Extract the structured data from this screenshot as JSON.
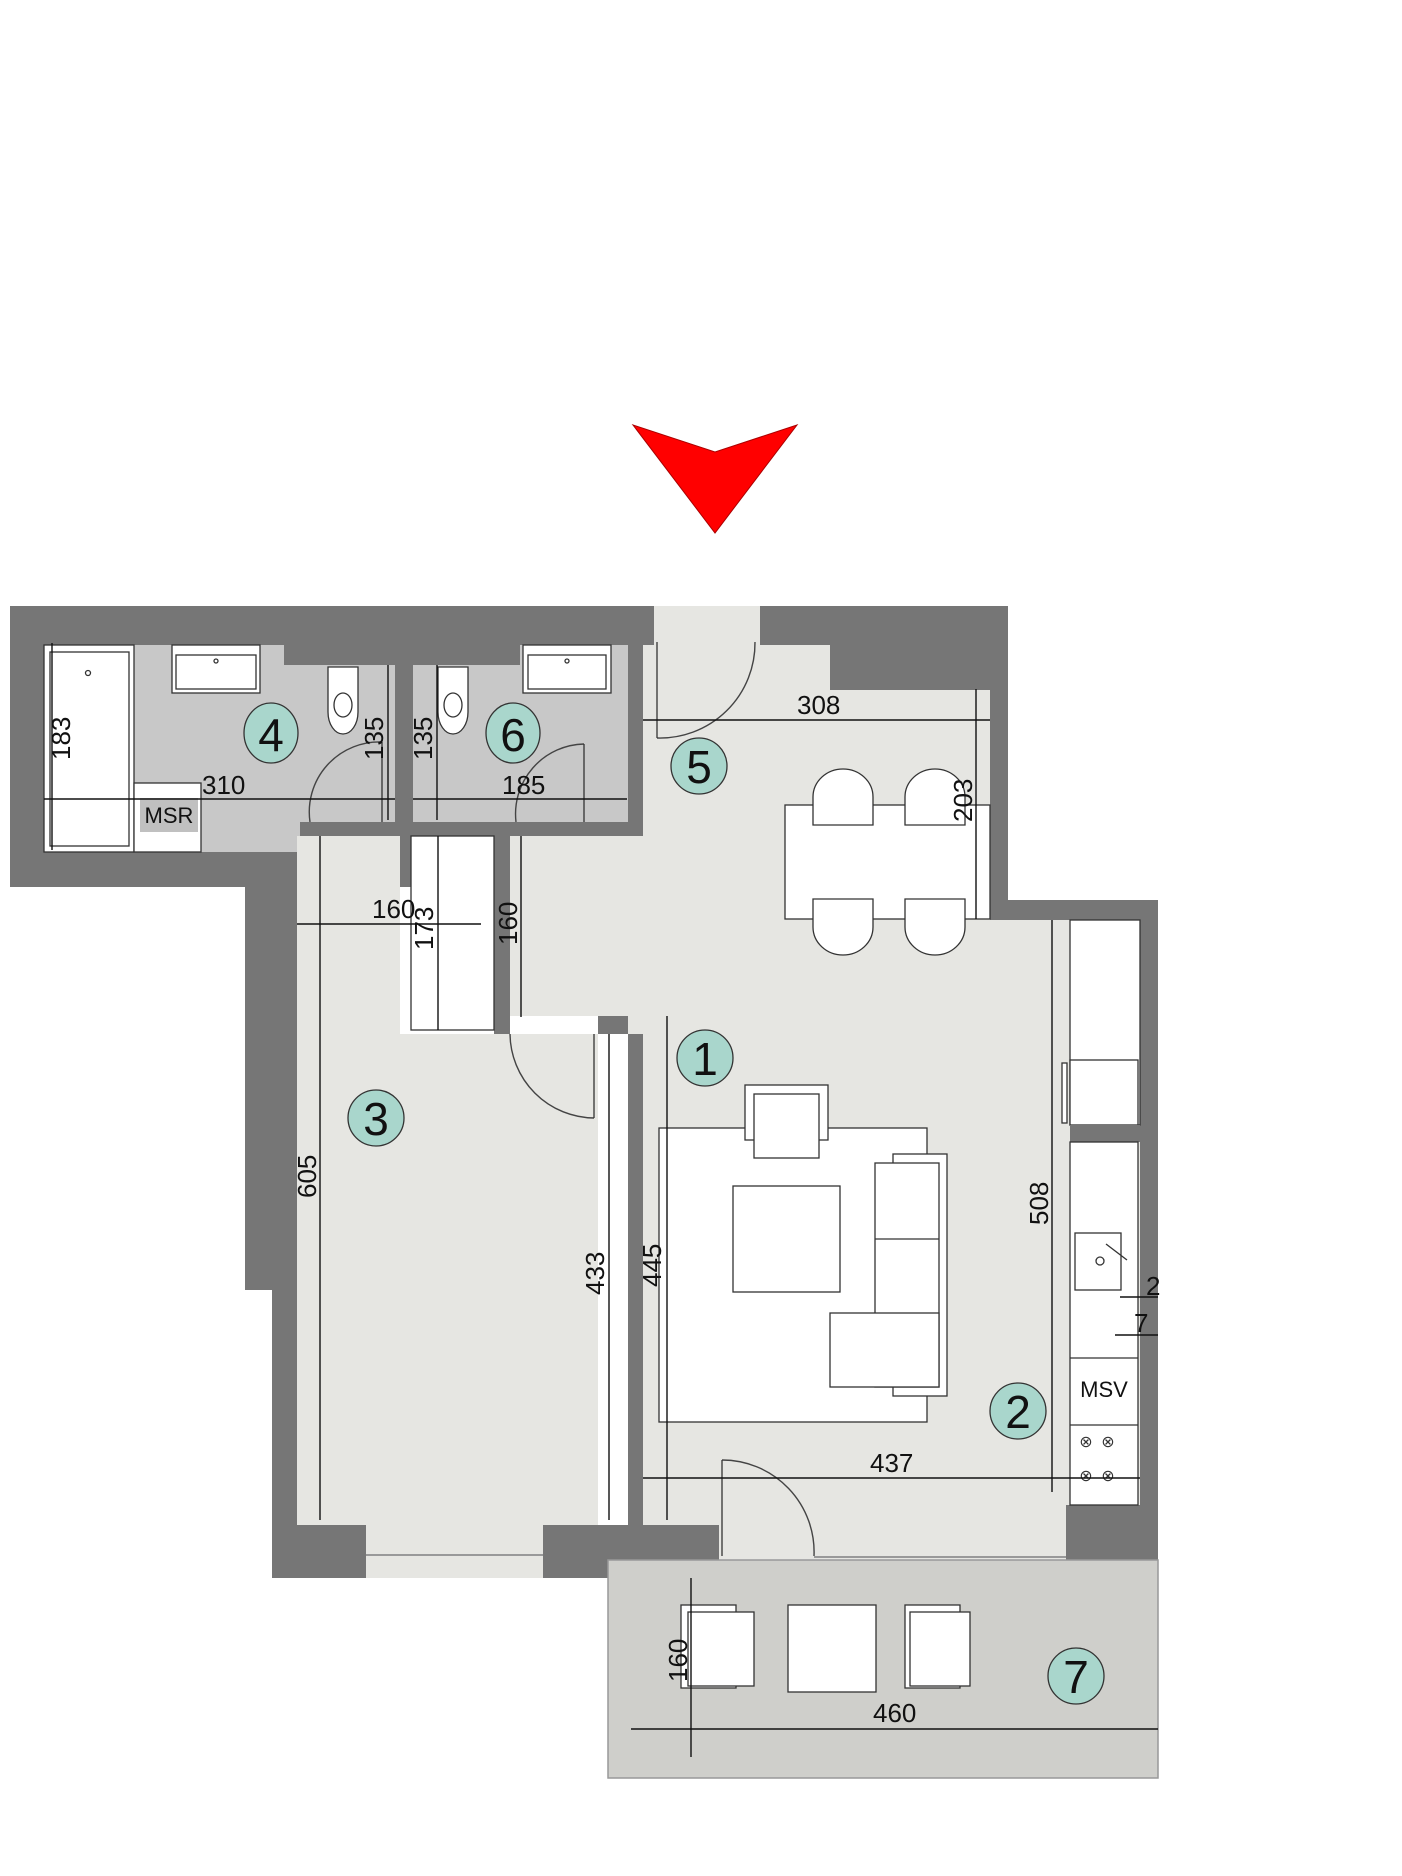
{
  "entrance_arrow": {
    "color": "#ff0000",
    "direction": "down"
  },
  "colors": {
    "wall": "#767676",
    "floor": "#e6e6e2",
    "wet_room": "#c8c8c8",
    "terrace": "#cfcfcb",
    "room_badge": "#a9d6cc"
  },
  "rooms": [
    {
      "number": "1",
      "label": "1"
    },
    {
      "number": "2",
      "label": "2"
    },
    {
      "number": "3",
      "label": "3"
    },
    {
      "number": "4",
      "label": "4"
    },
    {
      "number": "5",
      "label": "5"
    },
    {
      "number": "6",
      "label": "6"
    },
    {
      "number": "7",
      "label": "7"
    }
  ],
  "fixtures": {
    "msr": "MSR",
    "msv": "MSV"
  },
  "dimensions": {
    "bath4_height": "183",
    "bath4_width": "310",
    "bath4_wc_depth": "135",
    "wc6_depth": "135",
    "wc6_width": "185",
    "hall5_width": "308",
    "dining_depth": "203",
    "closet_width": "160",
    "closet_depth": "173",
    "corridor_depth": "160",
    "bedroom_height": "605",
    "bedroom_wall": "433",
    "living_height": "445",
    "kitchen_height": "508",
    "kitchen_small_a": "2",
    "kitchen_small_b": "7",
    "living_width": "437",
    "terrace_depth": "160",
    "terrace_width": "460"
  }
}
